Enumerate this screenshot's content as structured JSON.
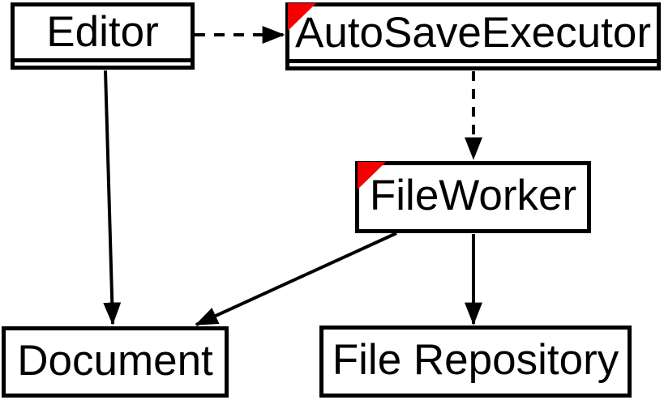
{
  "diagram": {
    "type": "uml-class-diagram",
    "background_color": "#ffffff",
    "line_color": "#000000",
    "marker_color": "#f40000",
    "nodes": [
      {
        "id": "editor",
        "label": "Editor",
        "compartments": 2,
        "red_corner_marker": false
      },
      {
        "id": "autosaveexecutor",
        "label": "AutoSaveExecutor",
        "compartments": 2,
        "red_corner_marker": true
      },
      {
        "id": "fileworker",
        "label": "FileWorker",
        "compartments": 1,
        "red_corner_marker": true
      },
      {
        "id": "document",
        "label": "Document",
        "compartments": 1,
        "red_corner_marker": false
      },
      {
        "id": "file-repository",
        "label": "File Repository",
        "compartments": 1,
        "red_corner_marker": false
      }
    ],
    "edges": [
      {
        "from": "Editor",
        "to": "AutoSaveExecutor",
        "style": "dashed",
        "arrowhead": "filled-triangle"
      },
      {
        "from": "AutoSaveExecutor",
        "to": "FileWorker",
        "style": "dashed",
        "arrowhead": "filled-triangle"
      },
      {
        "from": "Editor",
        "to": "Document",
        "style": "solid",
        "arrowhead": "filled-triangle"
      },
      {
        "from": "FileWorker",
        "to": "Document",
        "style": "solid",
        "arrowhead": "filled-triangle"
      },
      {
        "from": "FileWorker",
        "to": "File Repository",
        "style": "solid",
        "arrowhead": "filled-triangle"
      }
    ]
  }
}
